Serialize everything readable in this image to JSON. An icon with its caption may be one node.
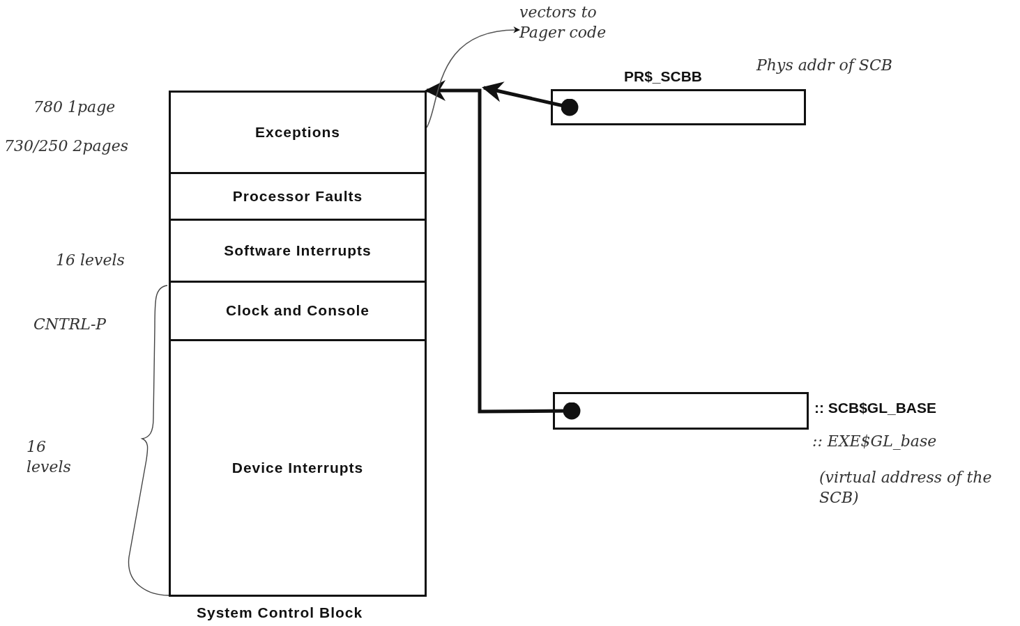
{
  "diagram": {
    "nodes": [
      {
        "text": [
          "System Control Block"
        ]
      },
      {
        "text": [
          "Exceptions"
        ],
        "in": 0
      },
      {
        "text": [
          "Processor Faults"
        ],
        "in": 0
      },
      {
        "text": [
          "Software Interrupts"
        ],
        "in": 0
      },
      {
        "text": [
          "Clock and Console"
        ],
        "in": 0
      },
      {
        "text": [
          "Device Interrupts"
        ],
        "in": 0
      },
      {
        "text": [
          "PR$_SCBB"
        ],
        "beside": [
          "Phys addr of SCB"
        ]
      },
      {
        "text": [
          ":: SCB$GL_BASE"
        ],
        "beside": [
          ":: EXE$GL_base",
          "(virtual address of the SCB)"
        ]
      },
      {
        "text": [
          "vectors to Pager code"
        ]
      }
    ],
    "edges": [
      {
        "from": 6,
        "to": null,
        "arrow": "to"
      },
      {
        "from": 7,
        "to": 0,
        "arrow": "to"
      },
      {
        "from": 1,
        "to": 8,
        "arrow": "to",
        "color": "#555555"
      }
    ],
    "labels": [
      "780 1page",
      "730/250 2pages",
      "16 levels",
      "CNTRL-P",
      "16 levels"
    ]
  }
}
